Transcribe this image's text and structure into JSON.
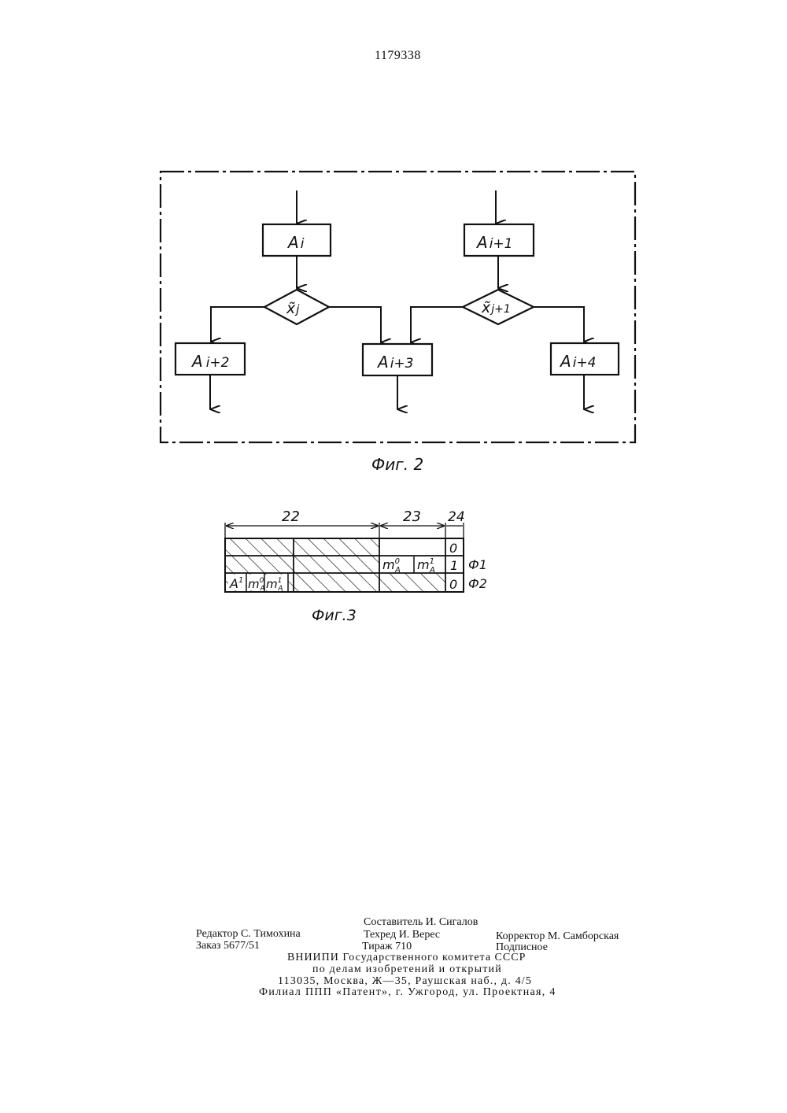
{
  "patent_number": "1179338",
  "figure2": {
    "caption": "Фиг. 2",
    "blocks": {
      "a_i": "A",
      "a_i_sub": "i",
      "a_i1": "A",
      "a_i1_sub": "i+1",
      "a_i2": "A",
      "a_i2_sub": "i+2",
      "a_i3": "A",
      "a_i3_sub": "i+3",
      "a_i4": "A",
      "a_i4_sub": "i+4"
    },
    "conditions": {
      "x_j": "x̃",
      "x_j_sub": "j",
      "x_j1": "x̃",
      "x_j1_sub": "j+1"
    }
  },
  "figure3": {
    "caption": "Фиг.3",
    "dimensions": {
      "d22": "22",
      "d23": "23",
      "d24": "24"
    },
    "rows": [
      {
        "flag": "0",
        "label": ""
      },
      {
        "flag": "1",
        "label": "Ф1"
      },
      {
        "flag": "0",
        "label": "Ф2"
      }
    ],
    "cells": {
      "m0": "m",
      "m0_sup": "0",
      "m0_sub": "A",
      "m1": "m",
      "m1_sup": "1",
      "m1_sub": "A",
      "a1": "A",
      "a1_sup": "1",
      "m0b": "m",
      "m0b_sup": "0",
      "m0b_sub": "A",
      "m1b": "m",
      "m1b_sup": "1",
      "m1b_sub": "A"
    }
  },
  "footer": {
    "compiler": "Составитель И. Сигалов",
    "editor": "Редактор С. Тимохина",
    "techred": "Техред И. Верес",
    "corrector": "Корректор М. Самборская",
    "order": "Заказ 5677/51",
    "circulation": "Тираж 710",
    "subscription": "Подписное",
    "org_line1": "ВНИИПИ Государственного комитета СССР",
    "org_line2": "по делам изобретений и открытий",
    "org_line3": "113035, Москва, Ж—35, Раушская наб., д. 4/5",
    "org_line4": "Филиал ППП «Патент», г. Ужгород, ул. Проектная, 4"
  }
}
